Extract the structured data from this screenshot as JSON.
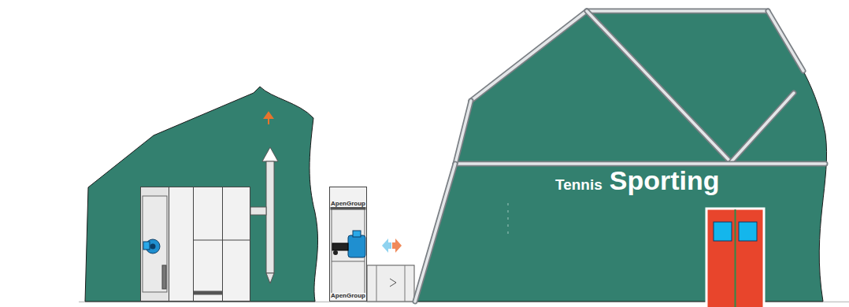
{
  "diagram": {
    "nodes": [
      {
        "text": [
          "ApenGroup"
        ]
      },
      {
        "text": [
          "ApenGroup"
        ]
      },
      {
        "text": [
          "Tennis",
          "Sporting"
        ]
      }
    ]
  }
}
